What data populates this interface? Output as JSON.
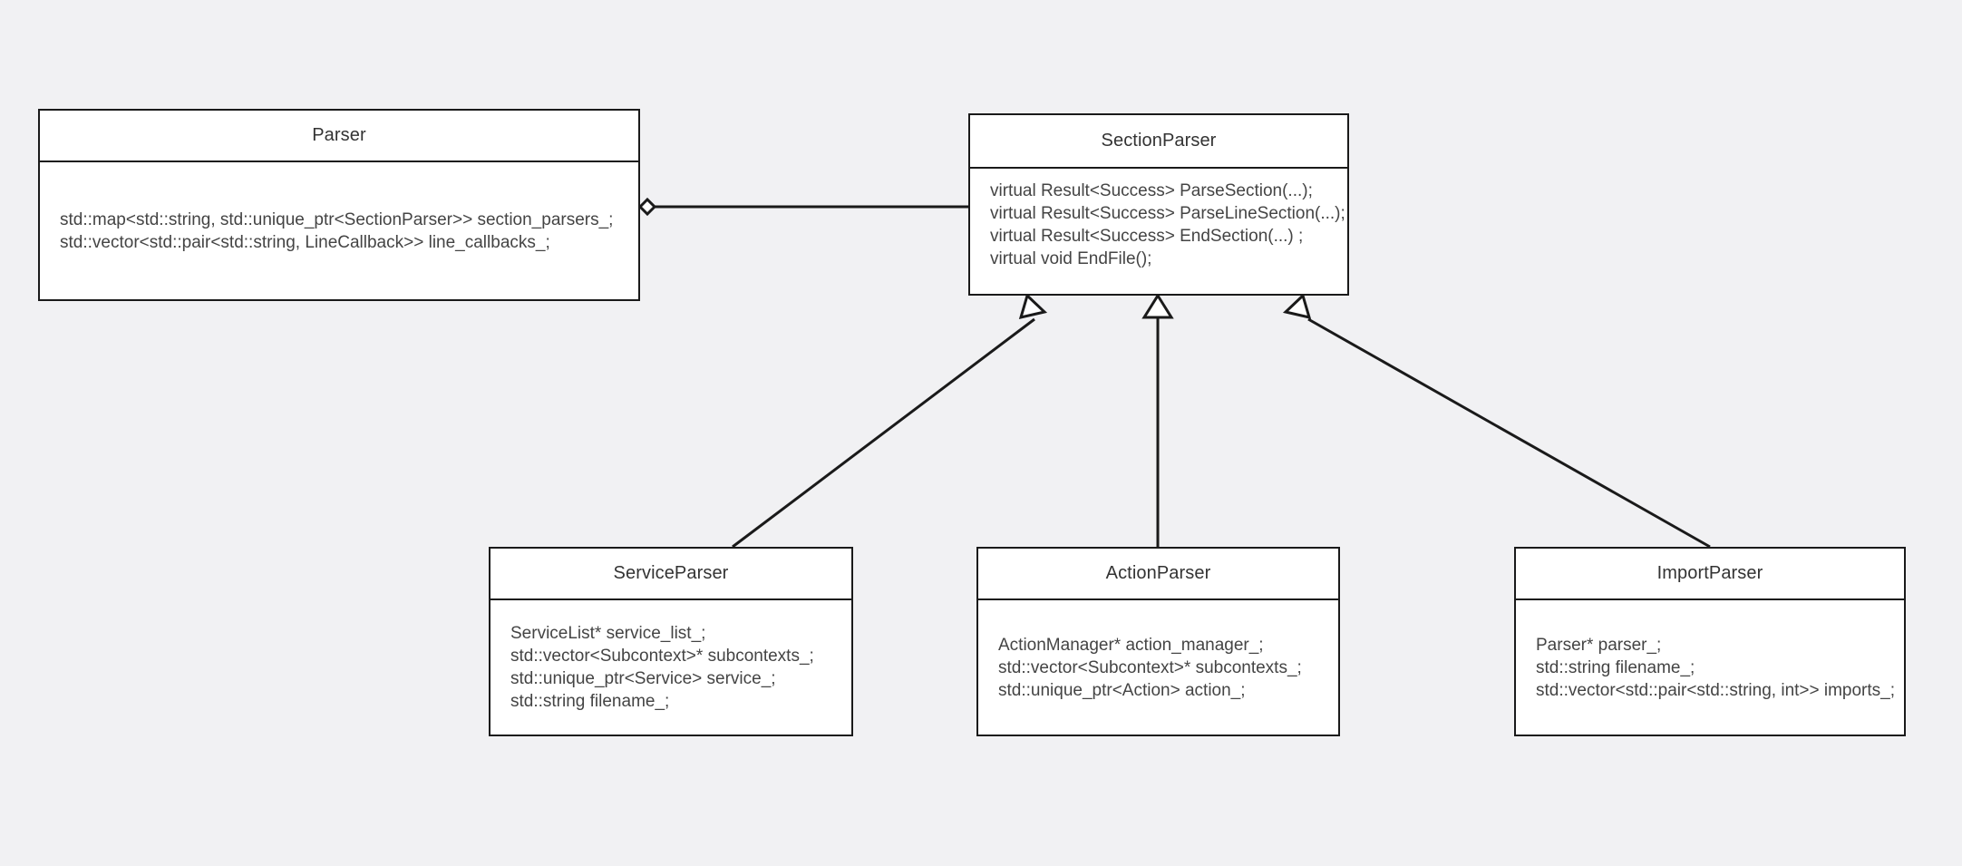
{
  "diagram": {
    "type": "uml-class-diagram",
    "background_color": "#f1f1f3",
    "box_fill_color": "#ffffff",
    "border_color": "#1a1a1a",
    "text_color": "#333333"
  },
  "classes": [
    {
      "id": "parser",
      "name": "Parser",
      "members": [
        "std::map<std::string, std::unique_ptr<SectionParser>> section_parsers_;",
        "std::vector<std::pair<std::string, LineCallback>> line_callbacks_;"
      ]
    },
    {
      "id": "section_parser",
      "name": "SectionParser",
      "members": [
        "virtual Result<Success> ParseSection(...);",
        "virtual Result<Success> ParseLineSection(...);",
        "virtual Result<Success> EndSection(...) ;",
        "virtual void EndFile();"
      ]
    },
    {
      "id": "service_parser",
      "name": "ServiceParser",
      "members": [
        "ServiceList* service_list_;",
        "std::vector<Subcontext>* subcontexts_;",
        "std::unique_ptr<Service> service_;",
        "std::string filename_;"
      ]
    },
    {
      "id": "action_parser",
      "name": "ActionParser",
      "members": [
        "ActionManager* action_manager_;",
        "std::vector<Subcontext>* subcontexts_;",
        "std::unique_ptr<Action> action_;"
      ]
    },
    {
      "id": "import_parser",
      "name": "ImportParser",
      "members": [
        "Parser* parser_;",
        "std::string filename_;",
        "std::vector<std::pair<std::string, int>> imports_;"
      ]
    }
  ],
  "relationships": [
    {
      "id": "parser-aggregates-sectionparser",
      "kind": "aggregation",
      "from": "Parser",
      "to": "SectionParser",
      "marker": "hollow-diamond"
    },
    {
      "id": "serviceparser-inherits-sectionparser",
      "kind": "generalization",
      "from": "ServiceParser",
      "to": "SectionParser",
      "marker": "hollow-triangle"
    },
    {
      "id": "actionparser-inherits-sectionparser",
      "kind": "generalization",
      "from": "ActionParser",
      "to": "SectionParser",
      "marker": "hollow-triangle"
    },
    {
      "id": "importparser-inherits-sectionparser",
      "kind": "generalization",
      "from": "ImportParser",
      "to": "SectionParser",
      "marker": "hollow-triangle"
    }
  ]
}
